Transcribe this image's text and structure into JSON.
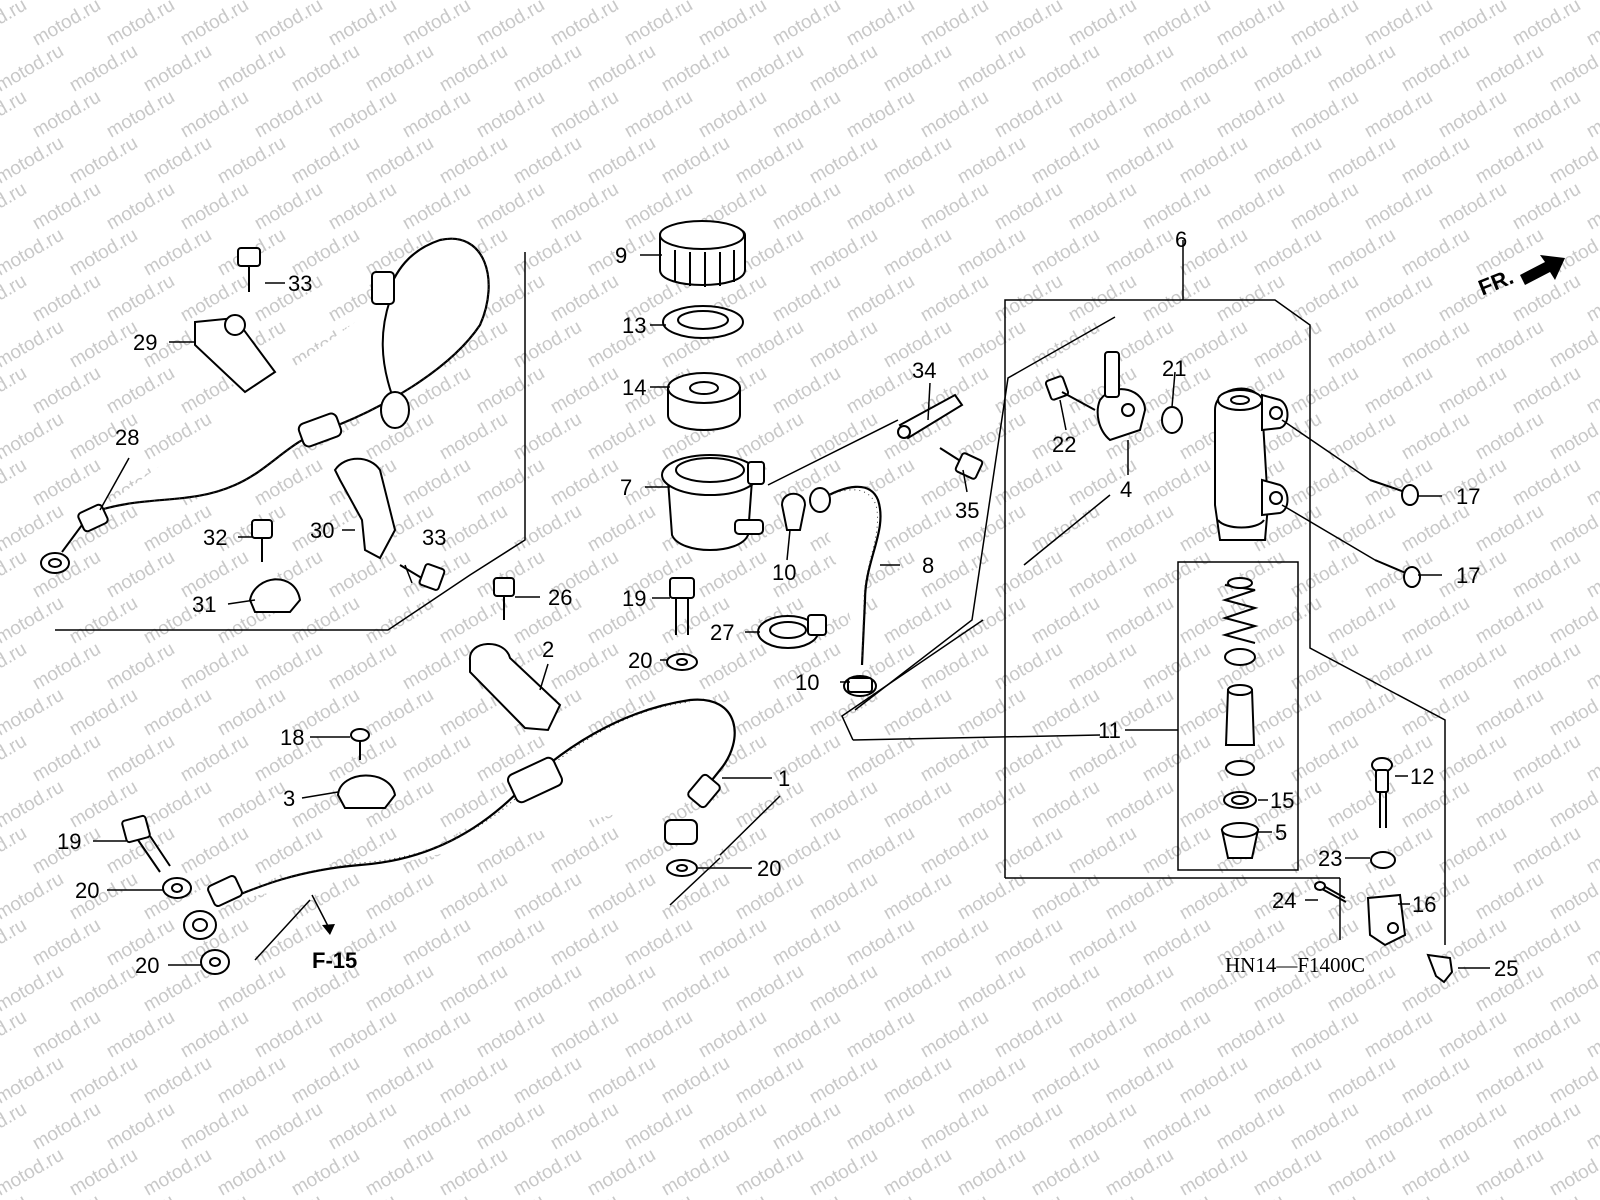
{
  "watermark": "motod.ru",
  "diagram_code": "HN14—F1400C",
  "front_indicator": "FR.",
  "page_reference": "F-15",
  "callouts": {
    "c1": "1",
    "c2": "2",
    "c3": "3",
    "c4": "4",
    "c5": "5",
    "c6": "6",
    "c7": "7",
    "c8": "8",
    "c9": "9",
    "c10a": "10",
    "c10b": "10",
    "c11": "11",
    "c12": "12",
    "c13": "13",
    "c14": "14",
    "c15": "15",
    "c16": "16",
    "c17a": "17",
    "c17b": "17",
    "c18": "18",
    "c19a": "19",
    "c19b": "19",
    "c20a": "20",
    "c20b": "20",
    "c20c": "20",
    "c20d": "20",
    "c21": "21",
    "c22": "22",
    "c23": "23",
    "c24": "24",
    "c25": "25",
    "c26": "26",
    "c27": "27",
    "c28": "28",
    "c29": "29",
    "c30": "30",
    "c31": "31",
    "c32": "32",
    "c33a": "33",
    "c33b": "33",
    "c34": "34",
    "c35": "35"
  }
}
